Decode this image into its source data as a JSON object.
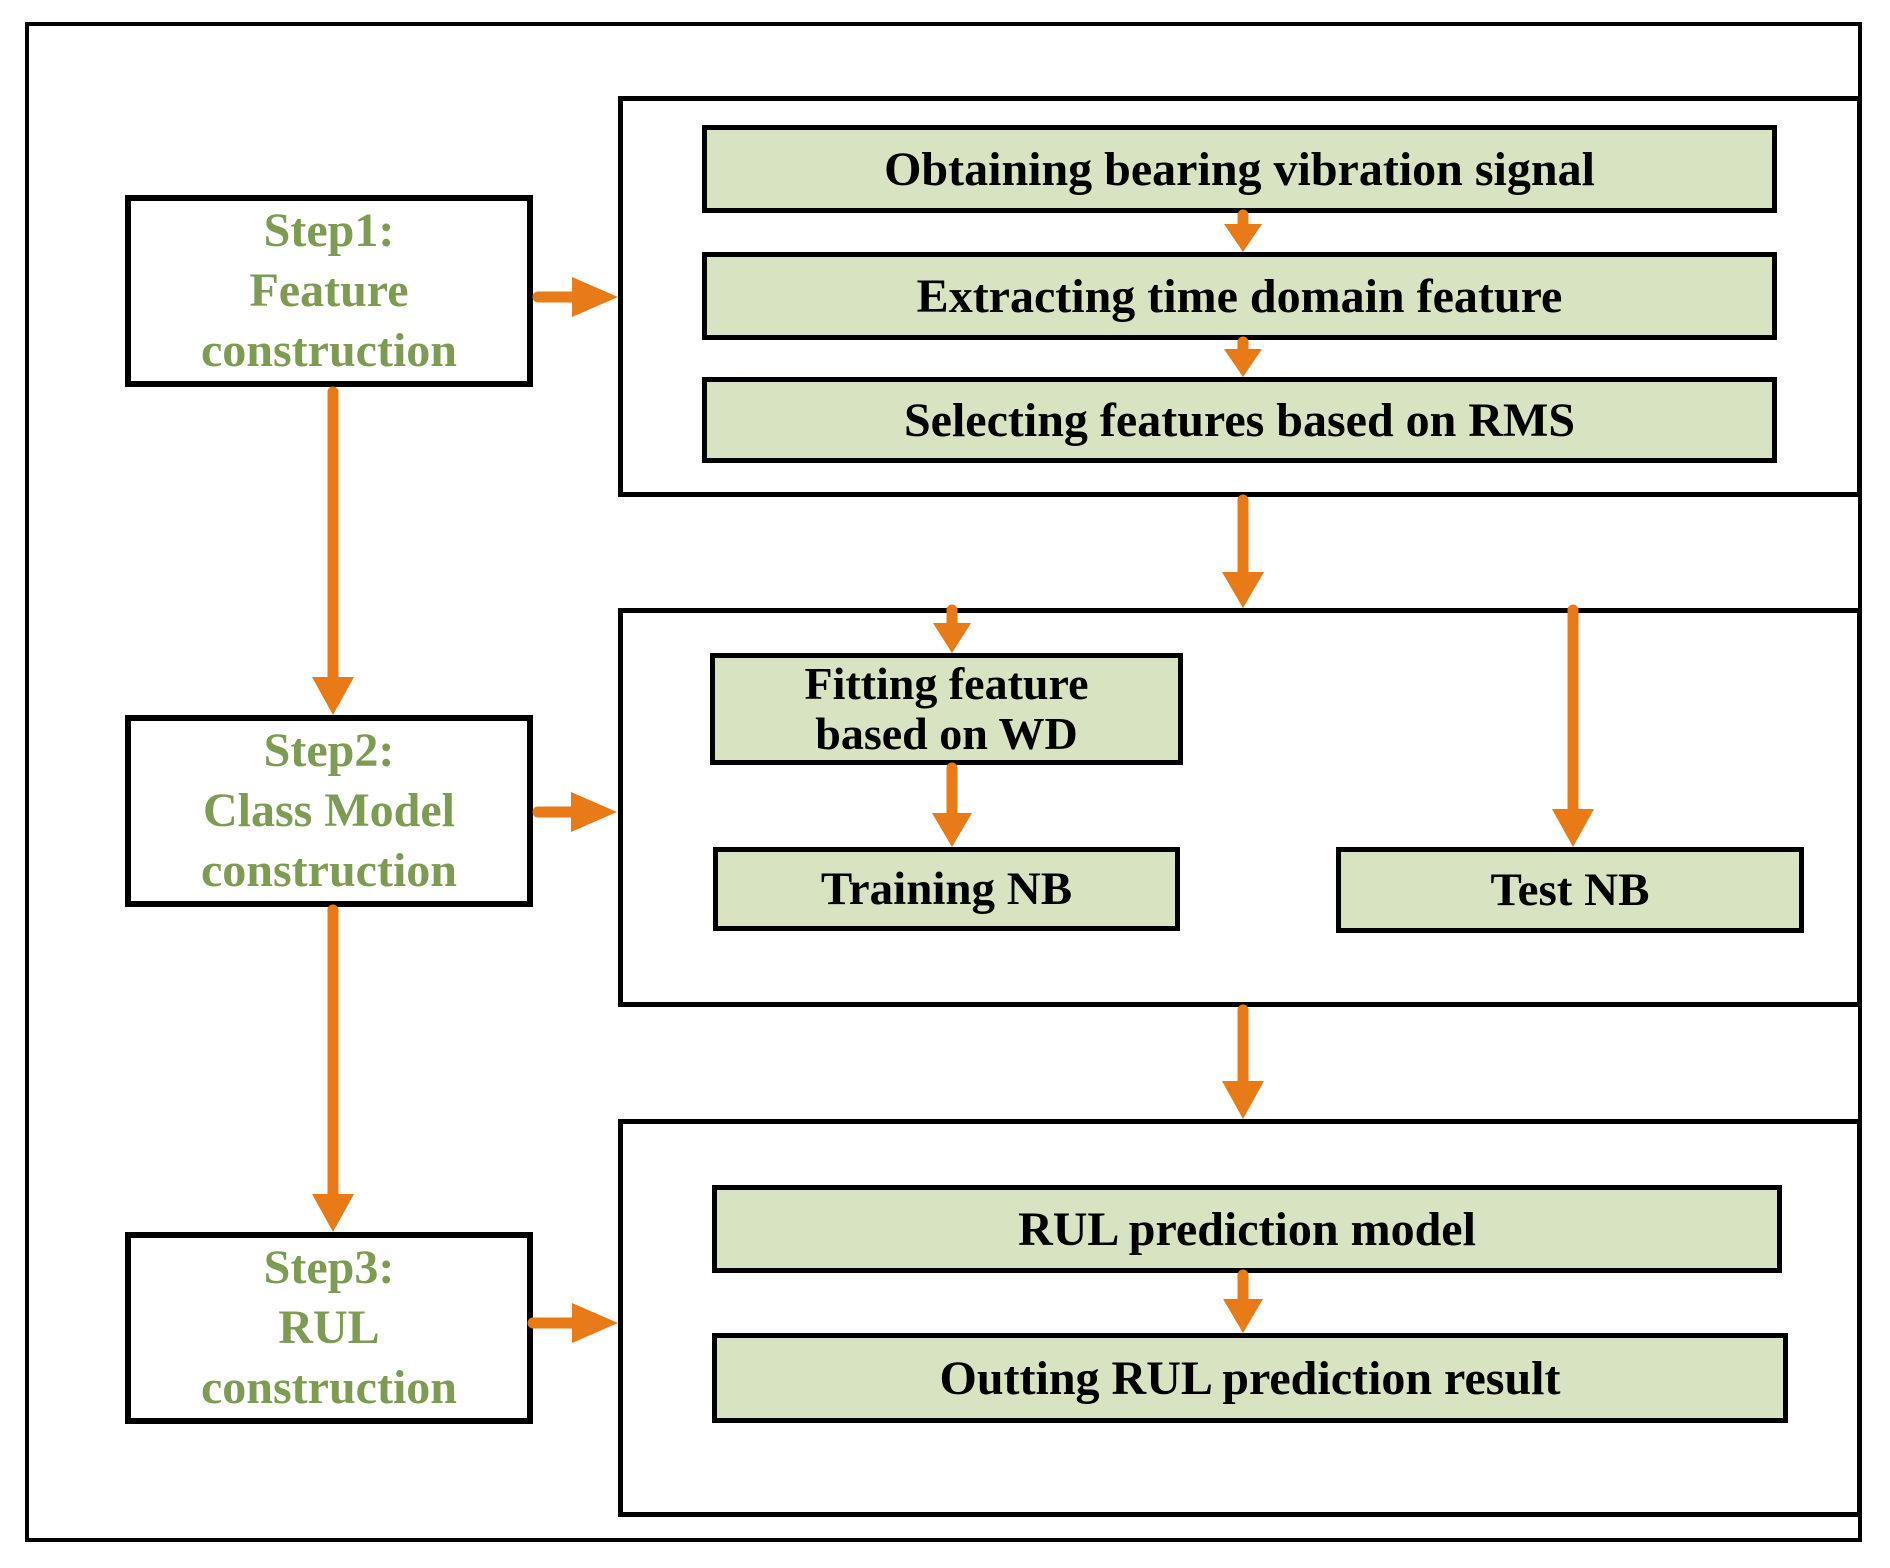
{
  "colors": {
    "accent_orange": "#e87a17",
    "box_fill": "#d7e3c1",
    "step_text_green": "#7d9b52",
    "border_black": "#000000"
  },
  "steps": [
    {
      "line1": "Step1:",
      "line2": "Feature",
      "line3": "construction"
    },
    {
      "line1": "Step2:",
      "line2": "Class Model",
      "line3": "construction"
    },
    {
      "line1": "Step3:",
      "line2": "RUL",
      "line3": "construction"
    }
  ],
  "stage1": {
    "boxes": [
      "Obtaining bearing vibration signal",
      "Extracting time domain feature",
      "Selecting features based on RMS"
    ]
  },
  "stage2": {
    "fitting_line1": "Fitting feature",
    "fitting_line2": "based on WD",
    "training": "Training NB",
    "test": "Test NB"
  },
  "stage3": {
    "boxes": [
      "RUL prediction model",
      "Outting RUL prediction result"
    ]
  }
}
